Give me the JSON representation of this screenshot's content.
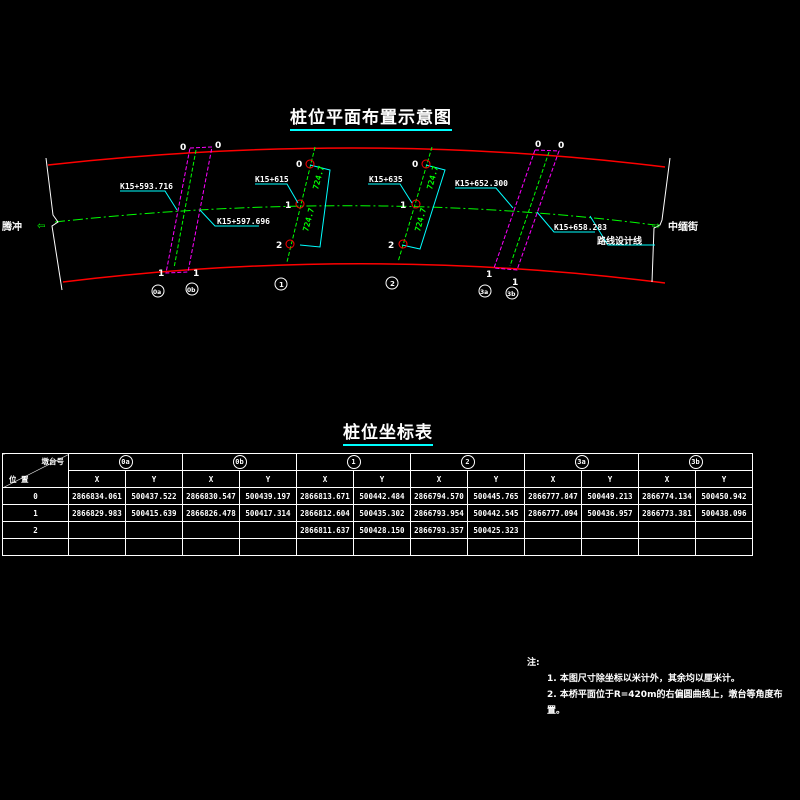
{
  "plan_title": "桩位平面布置示意图",
  "table_title": "桩位坐标表",
  "plan": {
    "left_end": "腾冲",
    "right_end": "中缅街",
    "design_line": "路线设计线",
    "stations": [
      "K15+593.716",
      "K15+597.696",
      "K15+615",
      "K15+635",
      "K15+652.300",
      "K15+658.283"
    ],
    "dimension": "724.7",
    "pile_numbers": [
      "0",
      "1",
      "2"
    ],
    "piers": [
      "0a",
      "0b",
      "1",
      "2",
      "3a",
      "3b"
    ]
  },
  "table": {
    "corner_top": "墩台号",
    "corner_bottom": "位 置",
    "piers": [
      "0a",
      "0b",
      "1",
      "2",
      "3a",
      "3b"
    ],
    "axis_x": "X",
    "axis_y": "Y",
    "rows": [
      {
        "pos": "0",
        "values": [
          "2866834.061",
          "500437.522",
          "2866830.547",
          "500439.197",
          "2866813.671",
          "500442.484",
          "2866794.570",
          "500445.765",
          "2866777.847",
          "500449.213",
          "2866774.134",
          "500450.942"
        ]
      },
      {
        "pos": "1",
        "values": [
          "2866829.983",
          "500415.639",
          "2866826.478",
          "500417.314",
          "2866812.604",
          "500435.302",
          "2866793.954",
          "500442.545",
          "2866777.094",
          "500436.957",
          "2866773.381",
          "500438.096"
        ]
      },
      {
        "pos": "2",
        "values": [
          "",
          "",
          "",
          "",
          "2866811.637",
          "500428.150",
          "2866793.357",
          "500425.323",
          "",
          "",
          "",
          ""
        ]
      },
      {
        "pos": "",
        "values": [
          "",
          "",
          "",
          "",
          "",
          "",
          "",
          "",
          "",
          "",
          "",
          ""
        ]
      }
    ]
  },
  "notes": {
    "heading": "注:",
    "items": [
      "1. 本图尺寸除坐标以米计外，其余均以厘米计。",
      "2. 本桥平面位于R=420m的右偏圆曲线上，墩台等角度布置。"
    ]
  },
  "colors": {
    "road_edge": "#ff0000",
    "centerline": "#00ff00",
    "pier": "#ff00ff",
    "leader": "#00ffff"
  }
}
